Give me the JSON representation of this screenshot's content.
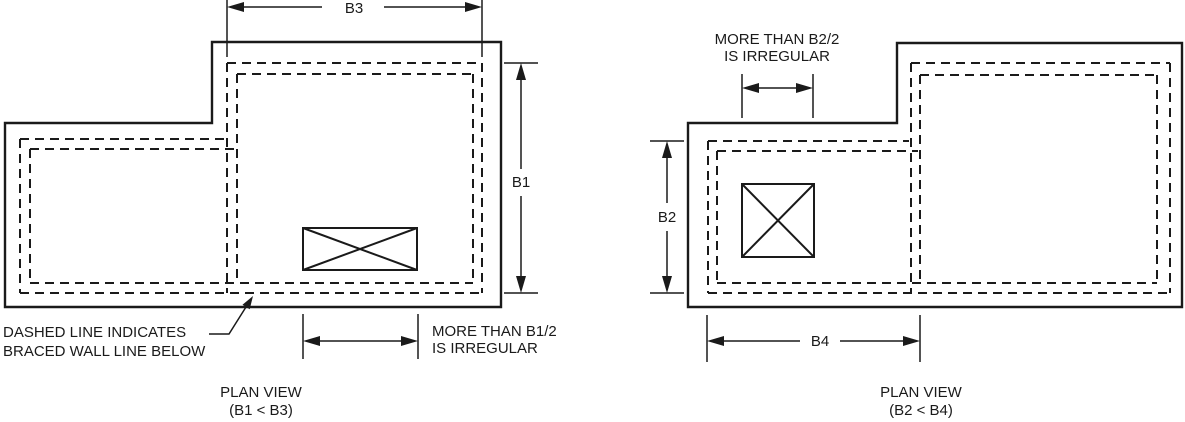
{
  "figure": {
    "colors": {
      "line": "#1a1a1a",
      "background": "#ffffff"
    },
    "left": {
      "dim_top_label": "B3",
      "dim_right_label": "B1",
      "note_line1": "DASHED LINE INDICATES",
      "note_line2": "BRACED WALL LINE BELOW",
      "offset_note_line1": "MORE THAN B1/2",
      "offset_note_line2": "IS IRREGULAR",
      "caption_line1": "PLAN VIEW",
      "caption_line2": "(B1 < B3)"
    },
    "right": {
      "dim_left_label": "B2",
      "dim_bottom_label": "B4",
      "offset_note_line1": "MORE THAN B2/2",
      "offset_note_line2": "IS IRREGULAR",
      "caption_line1": "PLAN VIEW",
      "caption_line2": "(B2 < B4)"
    }
  }
}
